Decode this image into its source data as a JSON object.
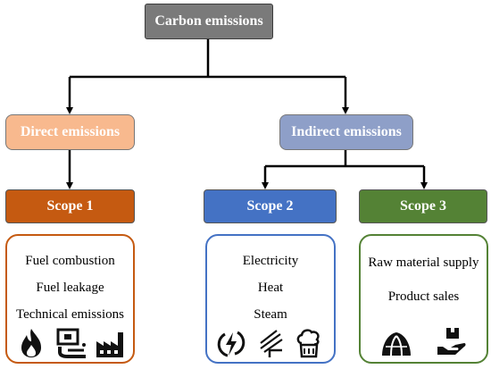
{
  "root": {
    "label": "Carbon emissions"
  },
  "level1": {
    "direct": "Direct emissions",
    "indirect": "Indirect emissions"
  },
  "scopes": {
    "scope1": {
      "label": "Scope 1",
      "items": [
        "Fuel combustion",
        "Fuel leakage",
        "Technical emissions"
      ],
      "icons": [
        "flame-icon",
        "pipe-leak-icon",
        "factory-icon"
      ],
      "color": "#c55a11"
    },
    "scope2": {
      "label": "Scope 2",
      "items": [
        "Electricity",
        "Heat",
        "Steam"
      ],
      "icons": [
        "lightning-icon",
        "heat-icon",
        "steam-pot-icon"
      ],
      "color": "#4472c4"
    },
    "scope3": {
      "label": "Scope 3",
      "items": [
        "Raw material supply",
        "Product sales"
      ],
      "icons": [
        "raw-material-icon",
        "product-hand-icon"
      ],
      "color": "#548235"
    }
  },
  "colors": {
    "root": "#7a7a7a",
    "direct": "#f8b98e",
    "indirect": "#8e9fc8"
  }
}
